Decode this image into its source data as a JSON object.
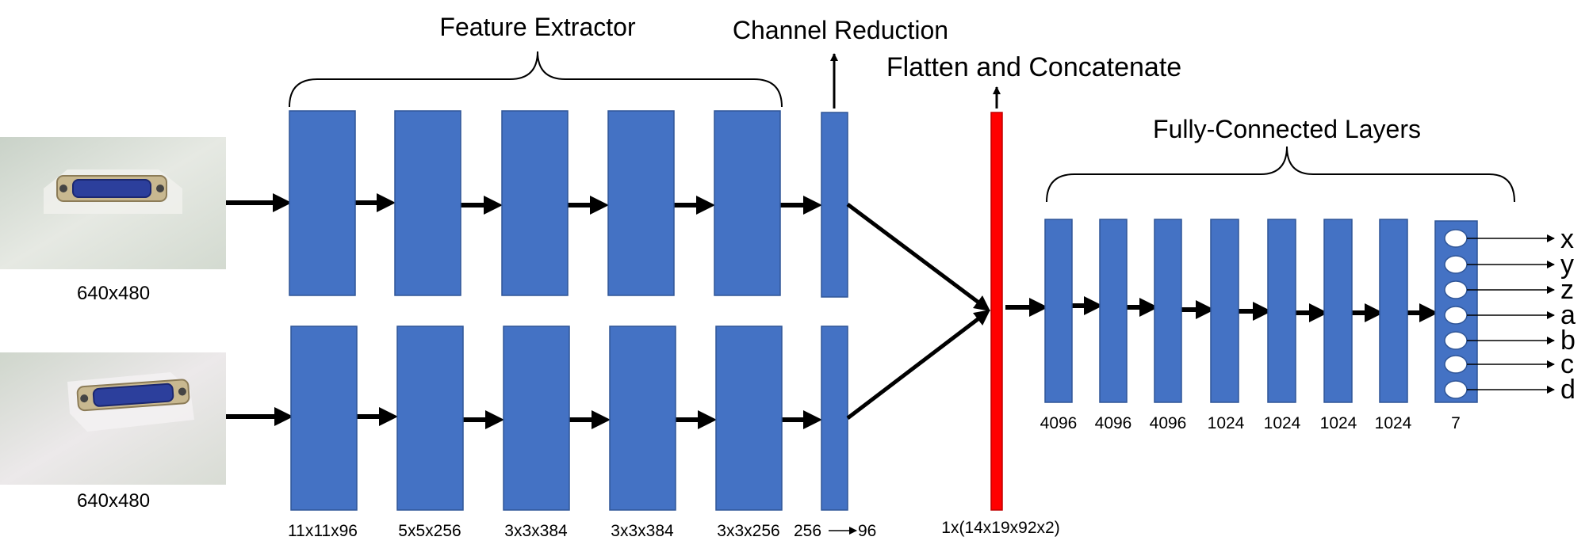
{
  "title_feature_extractor": "Feature Extractor",
  "title_channel_reduction": "Channel Reduction",
  "title_flatten": "Flatten and Concatenate",
  "title_fc": "Fully-Connected Layers",
  "input_size_top": "640x480",
  "input_size_bottom": "640x480",
  "conv_labels": [
    "11x11x96",
    "5x5x256",
    "3x3x384",
    "3x3x384",
    "3x3x256"
  ],
  "reduction_from": "256",
  "reduction_to": "96",
  "flatten_label": "1x(14x19x92x2)",
  "fc_labels": [
    "4096",
    "4096",
    "4096",
    "1024",
    "1024",
    "1024",
    "1024",
    "7"
  ],
  "outputs": [
    "x",
    "y",
    "z",
    "a",
    "b",
    "c",
    "d"
  ],
  "colors": {
    "block": "#4472C4",
    "block_border": "#2F5597",
    "concat": "#FF0000"
  }
}
